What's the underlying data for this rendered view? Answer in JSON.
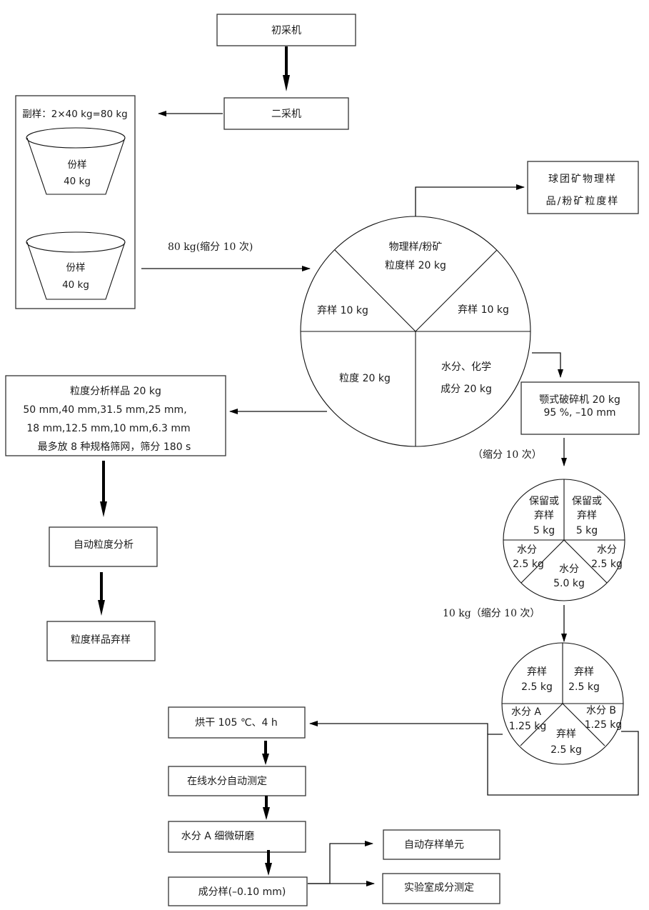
{
  "nodes": {
    "primary_sampler": "初采机",
    "secondary_sampler": "二采机",
    "duplicate_sample": {
      "title": "副样：2×40 kg=80 kg",
      "bucket_1": {
        "name": "份样",
        "mass": "40 kg"
      },
      "bucket_2": {
        "name": "份样",
        "mass": "40 kg"
      }
    },
    "pellet_physical_sample": {
      "line1": "球团矿物理样",
      "line2": "品/粉矿粒度样"
    },
    "jaw_crusher": {
      "line1": "颚式破碎机 20 kg",
      "line2": "95 %, –10 mm"
    },
    "size_analysis_sample": {
      "line1": "粒度分析样品 20 kg",
      "line2": "50 mm,40 mm,31.5 mm,25 mm,",
      "line3": "18 mm,12.5 mm,10 mm,6.3 mm",
      "line4": "最多放 8 种规格筛网，筛分 180 s"
    },
    "auto_size_analysis": "自动粒度分析",
    "size_sample_discard": "粒度样品弃样",
    "drying": "烘干 105 ℃、4 h",
    "online_moisture": "在线水分自动测定",
    "fine_grinding": "水分 A 细微研磨",
    "component_sample": "成分样(–0.10 mm)",
    "auto_storage": "自动存样单元",
    "lab_analysis": "实验室成分测定"
  },
  "flow_labels": {
    "first_division": "80 kg(缩分 10 次)",
    "second_division": "（缩分 10 次）",
    "third_division": "10 kg（缩分 10 次）"
  },
  "divider_1": {
    "segments": [
      {
        "line1": "物理样/粉矿",
        "line2": "粒度样 20 kg"
      },
      {
        "line1": "弃样 10 kg"
      },
      {
        "line1": "弃样 10 kg"
      },
      {
        "line1": "粒度 20 kg"
      },
      {
        "line1": "水分、化学",
        "line2": "成分 20 kg"
      }
    ]
  },
  "divider_2": {
    "segments": [
      {
        "line1": "保留或",
        "line2": "弃样",
        "line3": "5 kg"
      },
      {
        "line1": "保留或",
        "line2": "弃样",
        "line3": "5 kg"
      },
      {
        "line1": "水分",
        "line2": "2.5 kg"
      },
      {
        "line1": "水分",
        "line2": "2.5 kg"
      },
      {
        "line1": "水分",
        "line2": "5.0 kg"
      }
    ]
  },
  "divider_3": {
    "segments": [
      {
        "line1": "弃样",
        "line2": "2.5 kg"
      },
      {
        "line1": "弃样",
        "line2": "2.5 kg"
      },
      {
        "line1": "水分 A",
        "line2": "1.25 kg"
      },
      {
        "line1": "水分 B",
        "line2": "1.25 kg"
      },
      {
        "line1": "弃样",
        "line2": "2.5 kg"
      }
    ]
  }
}
